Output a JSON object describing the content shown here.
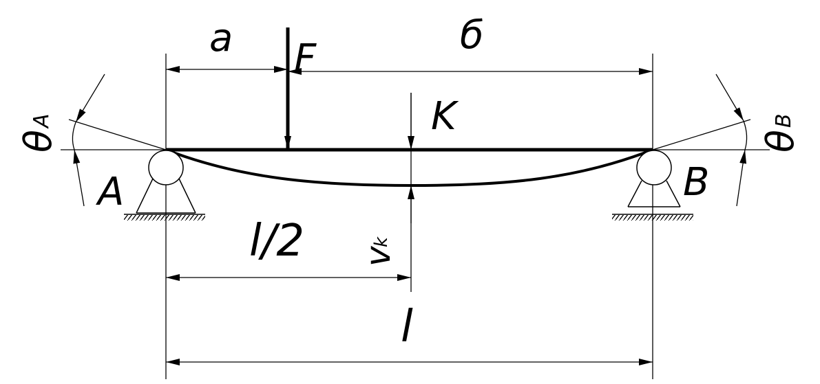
{
  "labels": {
    "a": "a",
    "F": "F",
    "b": "б",
    "K": "K",
    "A": "A",
    "B": "B",
    "theta_A": "θ",
    "theta_A_sub": "A",
    "theta_B": "θ",
    "theta_B_sub": "B",
    "l_half": "l/2",
    "v_k": "v",
    "v_k_sub": "k",
    "l": "l"
  },
  "colors": {
    "ink": "#000000",
    "background": "#ffffff"
  }
}
